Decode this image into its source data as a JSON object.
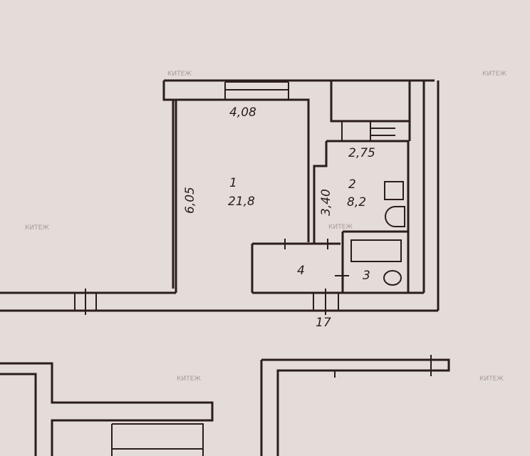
{
  "plan": {
    "rooms": [
      {
        "number": "1",
        "area": "21,8"
      },
      {
        "number": "2",
        "area": "8,2"
      },
      {
        "number": "3"
      },
      {
        "number": "4"
      }
    ],
    "dimensions": {
      "room1_width": "4,08",
      "room1_length": "6,05",
      "room2_width": "2,75",
      "room2_length": "3,40"
    },
    "apartment_number": "17",
    "watermark": "КИТЕЖ"
  }
}
